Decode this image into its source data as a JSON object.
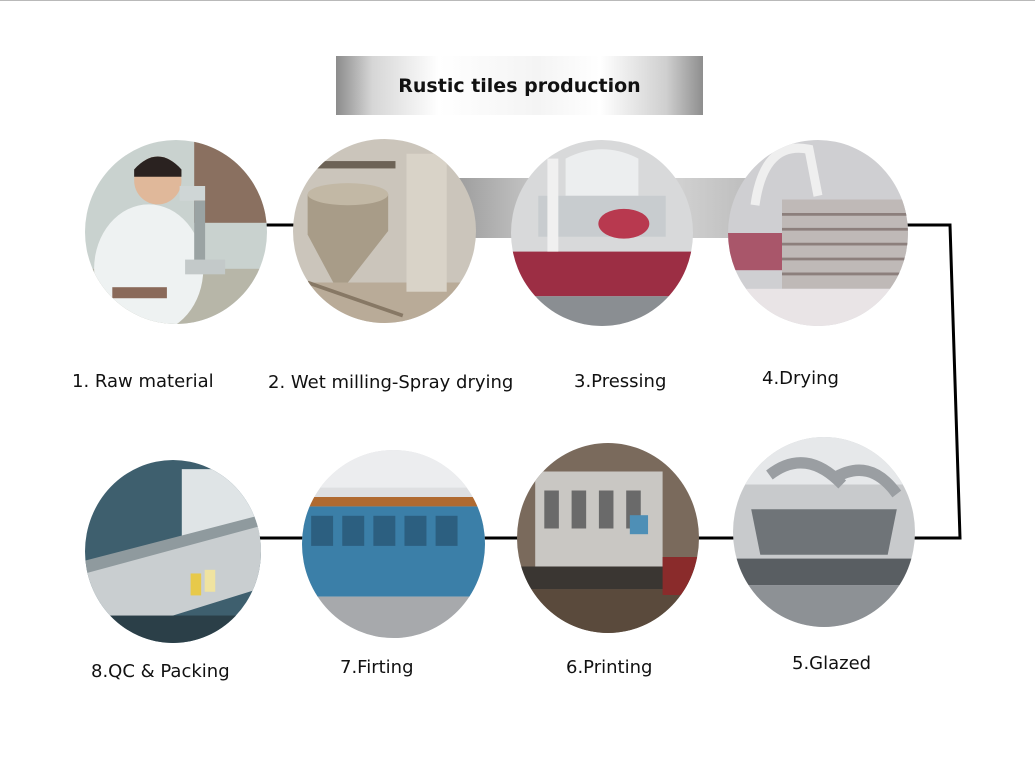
{
  "title": "Rustic tiles production",
  "steps": [
    {
      "label": "1. Raw material",
      "image": "scientist-microscope"
    },
    {
      "label": "2. Wet milling-Spray drying",
      "image": "spray-dryer-tower"
    },
    {
      "label": "3.Pressing",
      "image": "tile-press-machine"
    },
    {
      "label": "4.Drying",
      "image": "drying-kiln"
    },
    {
      "label": "5.Glazed",
      "image": "glazing-line"
    },
    {
      "label": "6.Printing",
      "image": "digital-printer"
    },
    {
      "label": "7.Firting",
      "image": "roller-kiln"
    },
    {
      "label": "8.QC & Packing",
      "image": "qc-packing-line"
    }
  ],
  "colors": {
    "connector": "#000000",
    "title_text": "#111111"
  }
}
